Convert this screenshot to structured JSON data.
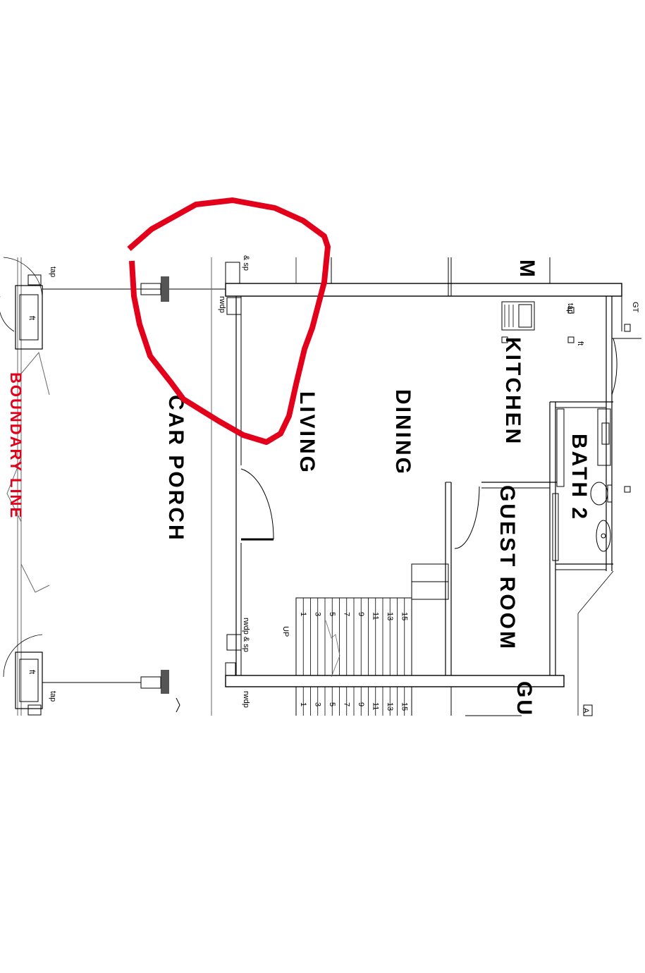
{
  "rooms": {
    "living": "LIVING",
    "dining": "DINING",
    "kitchen": "KITCHEN",
    "bath2": "BATH 2",
    "guest_room": "GUEST ROOM",
    "car_porch": "CAR PORCH",
    "gu_partial": "GU",
    "m_partial": "M"
  },
  "boundary_label": "BOUNDARY LINE",
  "annotations": {
    "tap_top": "tap",
    "tap_bottom": "tap",
    "tap_kitchen": "tap",
    "ft_top": "ft",
    "ft_bottom": "ft",
    "ft_kitchen": "ft",
    "rwdp_sp_top": "& sp",
    "rwdp_top": "rwdp",
    "rwdp_sp_mid": "rwdp & sp",
    "rwdp_bottom": "rwdp",
    "gt": "GT",
    "up": "UP",
    "a_partial": "A"
  },
  "stair_numbers": [
    "1",
    "3",
    "5",
    "7",
    "9",
    "11",
    "13",
    "15"
  ],
  "stair_numbers_lower": [
    "1",
    "3",
    "5",
    "7",
    "9",
    "11",
    "13",
    "15"
  ],
  "highlight_color": "#e3001b",
  "boundary_color": "#e3001b"
}
